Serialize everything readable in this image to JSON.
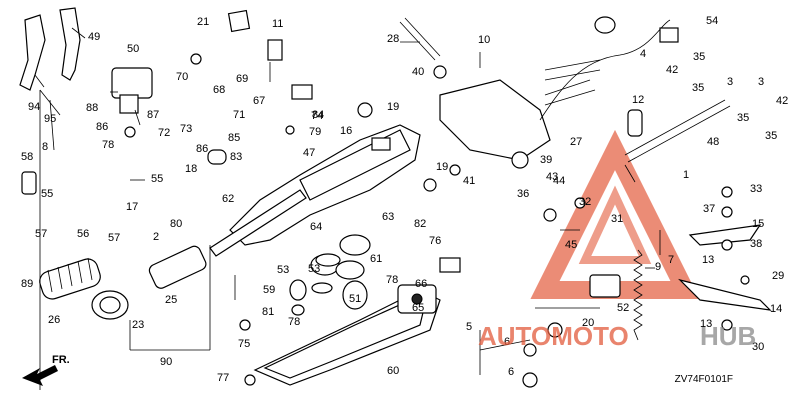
{
  "diagram": {
    "labels": [
      "1",
      "2",
      "3",
      "3",
      "4",
      "5",
      "6",
      "6",
      "7",
      "8",
      "9",
      "10",
      "11",
      "12",
      "13",
      "13",
      "14",
      "15",
      "16",
      "17",
      "18",
      "19",
      "19",
      "20",
      "21",
      "23",
      "25",
      "26",
      "27",
      "28",
      "29",
      "30",
      "31",
      "32",
      "33",
      "35",
      "35",
      "35",
      "35",
      "36",
      "37",
      "38",
      "39",
      "40",
      "41",
      "42",
      "42",
      "43",
      "44",
      "45",
      "47",
      "48",
      "49",
      "50",
      "51",
      "52",
      "53",
      "53",
      "54",
      "55",
      "55",
      "56",
      "57",
      "57",
      "58",
      "59",
      "60",
      "61",
      "62",
      "63",
      "64",
      "65",
      "66",
      "67",
      "68",
      "69",
      "70",
      "71",
      "72",
      "73",
      "74",
      "75",
      "76",
      "77",
      "78",
      "78",
      "78",
      "79",
      "80",
      "81",
      "82",
      "83",
      "84",
      "85",
      "86",
      "86",
      "87",
      "88",
      "89",
      "90",
      "94",
      "95"
    ],
    "diagram_code": "ZV74F0101F",
    "direction_label": "FR.",
    "watermark_top": "AUTOMOTO",
    "watermark_bottom": "HUB",
    "colors": {
      "watermark_red": "#e25b3c",
      "watermark_gray": "#8a8a8a",
      "line": "#000000"
    }
  }
}
